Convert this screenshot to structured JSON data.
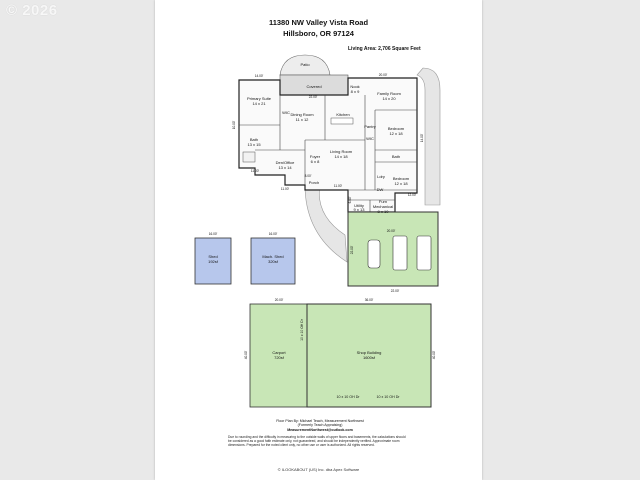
{
  "watermark": "© 2026",
  "header": {
    "address_line1": "11380 NW Valley Vista Road",
    "address_line2": "Hillsboro, OR 97124",
    "living_area": "Living Area: 2,706 Square Feet"
  },
  "rooms": {
    "patio": "Patio",
    "covered": "Covered",
    "nook": [
      "Nook",
      "8 x 9"
    ],
    "family": [
      "Family Room",
      "14 x 20"
    ],
    "primary_suite": [
      "Primary Suite",
      "14 x 21"
    ],
    "dining": [
      "Dining Room",
      "11 x 12"
    ],
    "kitchen": "Kitchen",
    "pantry": "Pantry",
    "bedroom1": [
      "Bedroom",
      "12 x 18"
    ],
    "wic1": "WIC",
    "wic2": "WIC",
    "bath1": [
      "Bath",
      "13 x 15"
    ],
    "bath2": "Bath",
    "living": [
      "Living Room",
      "14 x 18"
    ],
    "foyer": [
      "Foyer",
      "6 x 8"
    ],
    "den": [
      "Den/Office",
      "13 x 14"
    ],
    "porch": "Porch",
    "bedroom2": [
      "Bedroom",
      "12 x 18"
    ],
    "utility": [
      "Utility",
      "9 x 13"
    ],
    "furn": [
      "Furn",
      "Mechanical",
      "8 x 10"
    ],
    "dw": "DW",
    "ldry": "Ldry",
    "shed": [
      "Shed",
      "192sf"
    ],
    "mach_shed": [
      "Mach. Shed",
      "320sf"
    ],
    "carport": [
      "Carport",
      "720sf"
    ],
    "shop": [
      "Shop Building",
      "1600sf"
    ],
    "oh_door_side": "10 x 10 OH Dr",
    "oh_door_1": "10 x 10 OH Dr",
    "oh_door_2": "10 x 10 OH Dr"
  },
  "dims": {
    "d1": "14.00'",
    "d2": "22.00'",
    "d3": "20.00'",
    "d4": "10.00'",
    "d5": "14.00'",
    "d6": "11.00'",
    "d7": "11.00'",
    "d8": "11.00'",
    "d9": "8.00'",
    "d10": "6.00'",
    "d11": "12.00'",
    "d12": "20.00'",
    "d13": "16.00'",
    "d14": "16.00'",
    "d15": "22.00'",
    "d16": "22.00'",
    "d17": "20.00'",
    "d18": "36.00'",
    "d19": "40.00'",
    "d20": "40.00'"
  },
  "credit": {
    "line1": "Floor Plan By: Michael Teach, Measurement Northwest",
    "line2": "(Formerly Teach Appraising)",
    "email": "MeasurementNorthwest@outlook.com"
  },
  "disclaimer": "Due to rounding and the difficulty in measuring to the outside walls of upper floors and basements, the calculations should be considered as a good faith estimate only, not guaranteed, and should be independently verified. Approximate room dimensions. Prepared for the noted client only, no other use or user is authorized. All rights reserved.",
  "footer": "© ILOOKABOUT (US) Inc. dba Apex Software"
}
